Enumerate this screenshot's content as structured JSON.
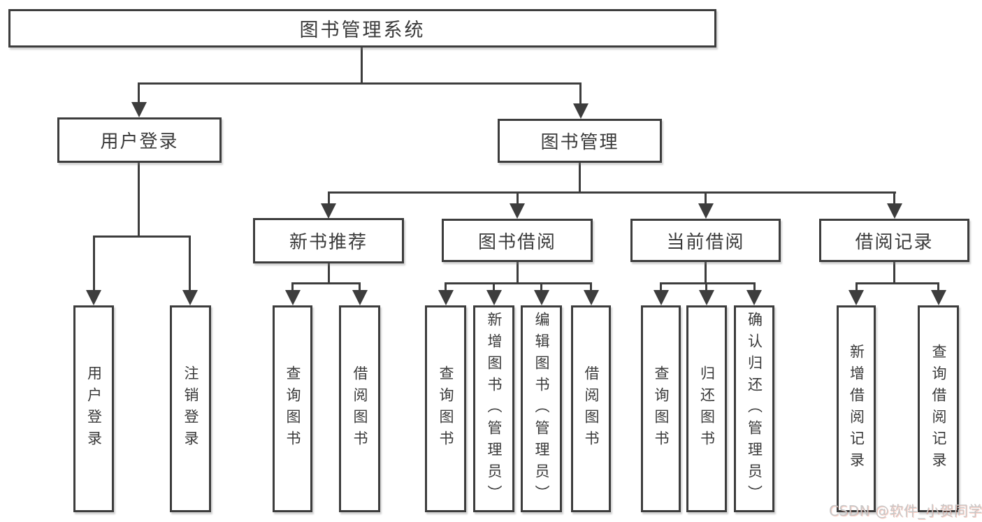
{
  "nodes": {
    "root": {
      "label": "图书管理系统"
    },
    "userLogin": {
      "label": "用户登录"
    },
    "bookMgmt": {
      "label": "图书管理"
    },
    "newRec": {
      "label": "新书推荐"
    },
    "bookBorrow": {
      "label": "图书借阅"
    },
    "currentBorrow": {
      "label": "当前借阅"
    },
    "borrowRecords": {
      "label": "借阅记录"
    },
    "leafUserLogin": {
      "label": "用户登录"
    },
    "leafLogout": {
      "label": "注销登录"
    },
    "leafQueryBooksNewRec": {
      "label": "查询图书"
    },
    "leafBorrowBooksNewRec": {
      "label": "借阅图书"
    },
    "leafQueryBooksBorrow": {
      "label": "查询图书"
    },
    "leafAddBookAdmin": {
      "label": "新增图书（管理员）"
    },
    "leafEditBookAdmin": {
      "label": "编辑图书（管理员）"
    },
    "leafBorrowBooksBorrow": {
      "label": "借阅图书"
    },
    "leafQueryBooksCurrent": {
      "label": "查询图书"
    },
    "leafReturnBook": {
      "label": "归还图书"
    },
    "leafConfirmReturnAdmin": {
      "label": "确认归还（管理员）"
    },
    "leafAddBorrowRecord": {
      "label": "新增借阅记录"
    },
    "leafQueryBorrowRecord": {
      "label": "查询借阅记录"
    }
  },
  "watermark": {
    "text": "CSDN @软件_小贺同学"
  },
  "colors": {
    "line": "#3d3d3d",
    "text": "#3a3a3a",
    "box_background": "#ffffff",
    "watermark_gray": "#c7c7c7",
    "watermark_accent": "#fc5531"
  }
}
